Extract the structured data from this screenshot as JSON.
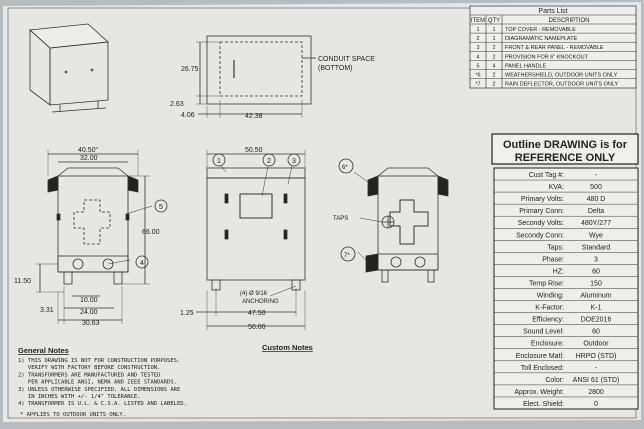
{
  "parts_list": {
    "title": "Parts List",
    "headers": [
      "ITEM",
      "QTY",
      "DESCRIPTION"
    ],
    "rows": [
      {
        "item": "1",
        "qty": "1",
        "desc": "TOP COVER - REMOVABLE"
      },
      {
        "item": "2",
        "qty": "1",
        "desc": "DIAGRAMATIC NAMEPLATE"
      },
      {
        "item": "3",
        "qty": "2",
        "desc": "FRONT & REAR PANEL - REMOVABLE"
      },
      {
        "item": "4",
        "qty": "2",
        "desc": "PROVISION FOR 6\" KNOCKOUT"
      },
      {
        "item": "5",
        "qty": "4",
        "desc": "PANEL HANDLE"
      },
      {
        "item": "*6",
        "qty": "2",
        "desc": "WEATHERSHIELD, OUTDOOR UNITS ONLY"
      },
      {
        "item": "*7",
        "qty": "2",
        "desc": "RAIN DEFLECTOR, OUTDOOR UNITS ONLY"
      }
    ]
  },
  "bottom_view": {
    "conduit_label_1": "CONDUIT SPACE",
    "conduit_label_2": "(BOTTOM)",
    "dim_height": "26.75",
    "dim_offset_y": "2.63",
    "dim_offset_x": "4.06",
    "dim_width": "42.38"
  },
  "side_view": {
    "dim_top_outer": "40.50\"",
    "dim_top_inner": "32.00",
    "dim_height": "66.00",
    "dim_base": "11.50",
    "dim_inner_1": "10.00",
    "dim_left": "3.31",
    "dim_inner_2": "24.00",
    "dim_bottom": "30.63",
    "callout_4": "4",
    "callout_5": "5"
  },
  "front_view": {
    "dim_top": "50.50",
    "callout_1": "1",
    "callout_2": "2",
    "callout_3": "3",
    "anchoring_1": "(4) Ø 9/16",
    "anchoring_2": "ANCHORING",
    "dim_left": "1.25",
    "dim_inner": "47.50",
    "dim_bottom": "50.00"
  },
  "outdoor_view": {
    "callout_6": "6*",
    "callout_7": "7*",
    "taps_label": "TAPS"
  },
  "reference_box": {
    "line1": "Outline DRAWING is for",
    "line2": "REFERENCE ONLY"
  },
  "specs": [
    {
      "label": "Cust Tag #:",
      "value": "-"
    },
    {
      "label": "KVA:",
      "value": "500"
    },
    {
      "label": "Primary Volts:",
      "value": "480 D"
    },
    {
      "label": "Primary Conn:",
      "value": "Delta"
    },
    {
      "label": "Secondy Volts:",
      "value": "480Y/277"
    },
    {
      "label": "Secondy Conn:",
      "value": "Wye"
    },
    {
      "label": "Taps:",
      "value": "Standard"
    },
    {
      "label": "Phase:",
      "value": "3"
    },
    {
      "label": "HZ:",
      "value": "60"
    },
    {
      "label": "Temp Rise:",
      "value": "150"
    },
    {
      "label": "Winding:",
      "value": "Aluminum"
    },
    {
      "label": "K-Factor:",
      "value": "K-1"
    },
    {
      "label": "Efficiency:",
      "value": "DOE2016"
    },
    {
      "label": "Sound Level:",
      "value": "60"
    },
    {
      "label": "Enclosure:",
      "value": "Outdoor"
    },
    {
      "label": "Enclosure Matl:",
      "value": "HRPO (STD)"
    },
    {
      "label": "Toll Enclosed:",
      "value": "-"
    },
    {
      "label": "Color:",
      "value": "ANSI 61 (STD)"
    },
    {
      "label": "Approx. Weight:",
      "value": "2800"
    },
    {
      "label": "Elect. Shield:",
      "value": "0"
    }
  ],
  "general_notes": {
    "title": "General Notes",
    "lines": [
      "1) THIS DRAWING IS NOT FOR CONSTRUCTION PURPOSES.",
      "   VERIFY WITH FACTORY BEFORE CONSTRUCTION.",
      "2) TRANSFORMERS ARE MANUFACTURED AND TESTED",
      "   PER APPLICABLE ANSI, NEMA AND IEEE STANDARDS.",
      "3) UNLESS OTHERWISE SPECIFIED, ALL DIMENSIONS ARE",
      "   IN INCHES WITH +/- 1/4\" TOLERANCE.",
      "4) TRANSFORMER IS U.L. & C.S.A. LISTED AND LABELED."
    ],
    "footnote": "* APPLIES TO OUTDOOR UNITS ONLY."
  },
  "custom_notes": {
    "title": "Custom Notes"
  }
}
